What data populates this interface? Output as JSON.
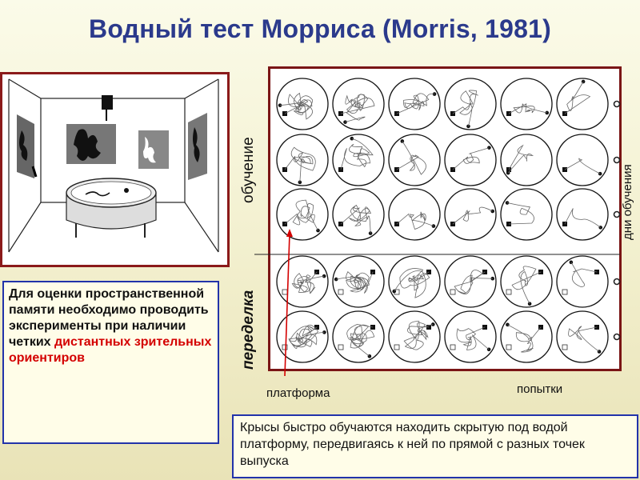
{
  "title": "Водный тест Морриса (Morris, 1981)",
  "labels": {
    "training": "обучение",
    "reversal": "переделка",
    "training_days": "дни обучения",
    "platform": "платформа",
    "trials": "попытки"
  },
  "left_box": {
    "text_black": "Для оценки пространственной памяти необходимо проводить эксперименты  при наличии четких",
    "text_red": "дистантных зрительных ориентиров"
  },
  "bottom_box": {
    "text": "Крысы быстро обучаются находить скрытую под водой платформу, передвигаясь к ней по прямой с разных точек выпуска"
  },
  "grid": {
    "rows": 5,
    "columns": 6,
    "training_rows": 3,
    "reversal_rows": 2
  },
  "colors": {
    "title": "#2b3a8c",
    "frame": "#7a1515",
    "box_border": "#2233aa",
    "highlight": "#d40000"
  }
}
